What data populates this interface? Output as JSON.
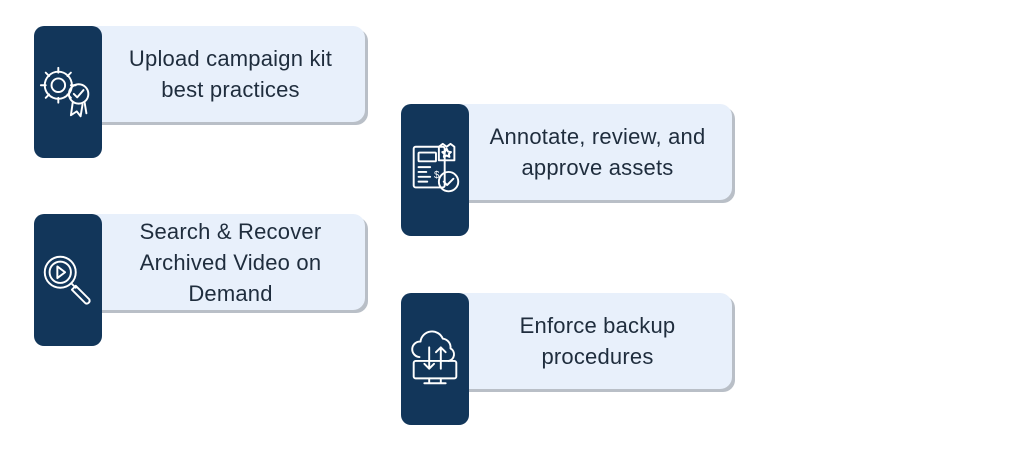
{
  "cards": [
    {
      "label": "Upload campaign kit best practices",
      "icon": "gear-badge-icon"
    },
    {
      "label": "Annotate, review, and approve assets",
      "icon": "document-approval-icon"
    },
    {
      "label": "Search & Recover Archived Video on Demand",
      "icon": "video-search-icon"
    },
    {
      "label": "Enforce backup procedures",
      "icon": "cloud-transfer-icon"
    }
  ],
  "colors": {
    "icon_tab": "#12365a",
    "label_bg": "#e8f0fb",
    "shadow": "#b9bfc7",
    "text": "#1f2d3d",
    "icon_stroke": "#ffffff"
  }
}
